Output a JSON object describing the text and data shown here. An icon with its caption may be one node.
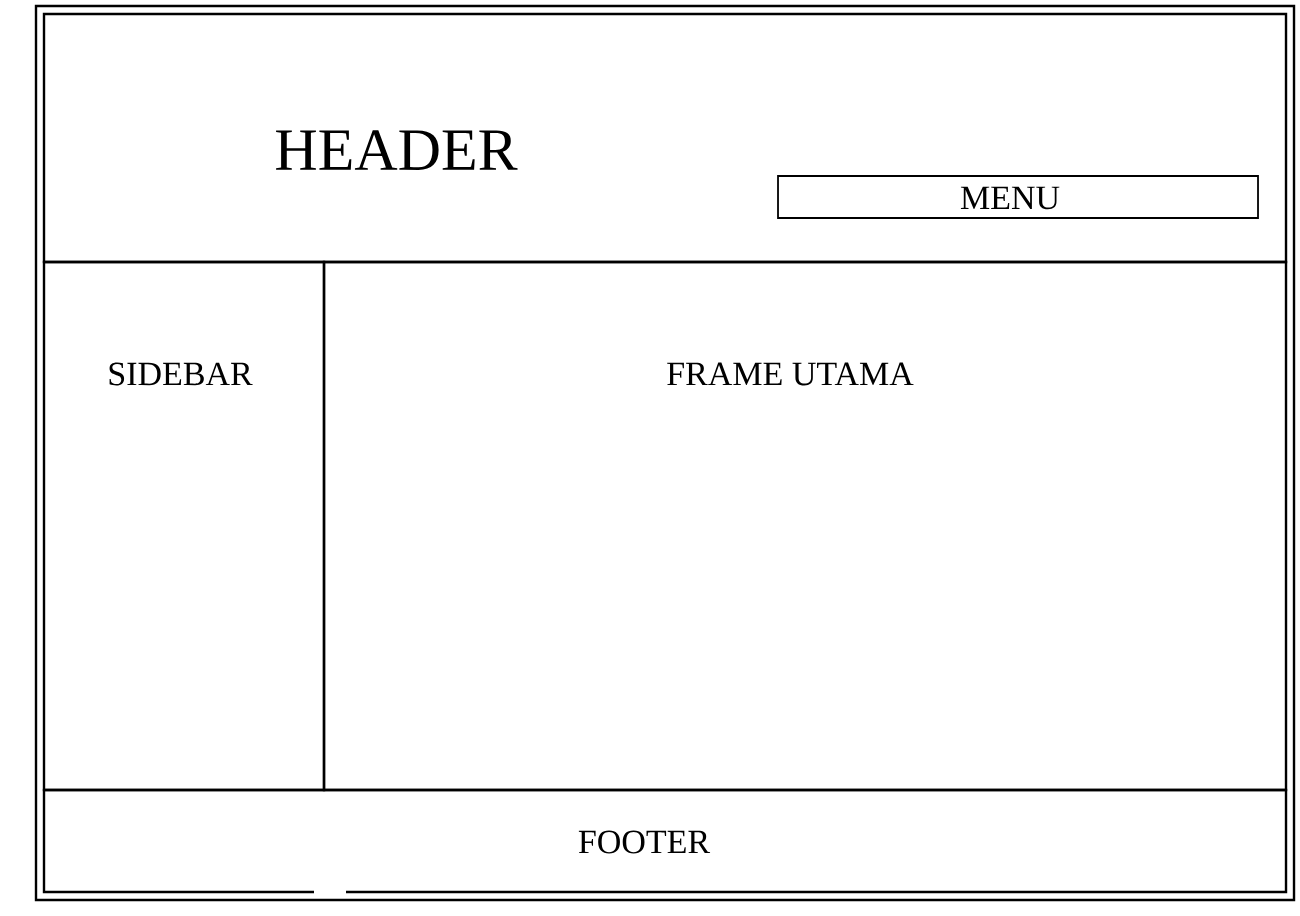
{
  "diagram": {
    "nodes": [
      {
        "text": [
          "HEADER"
        ]
      },
      {
        "text": [
          "MENU"
        ],
        "in": 0
      },
      {
        "text": [
          "SIDEBAR"
        ]
      },
      {
        "text": [
          "FRAME UTAMA"
        ]
      },
      {
        "text": [
          "FOOTER"
        ]
      }
    ]
  }
}
